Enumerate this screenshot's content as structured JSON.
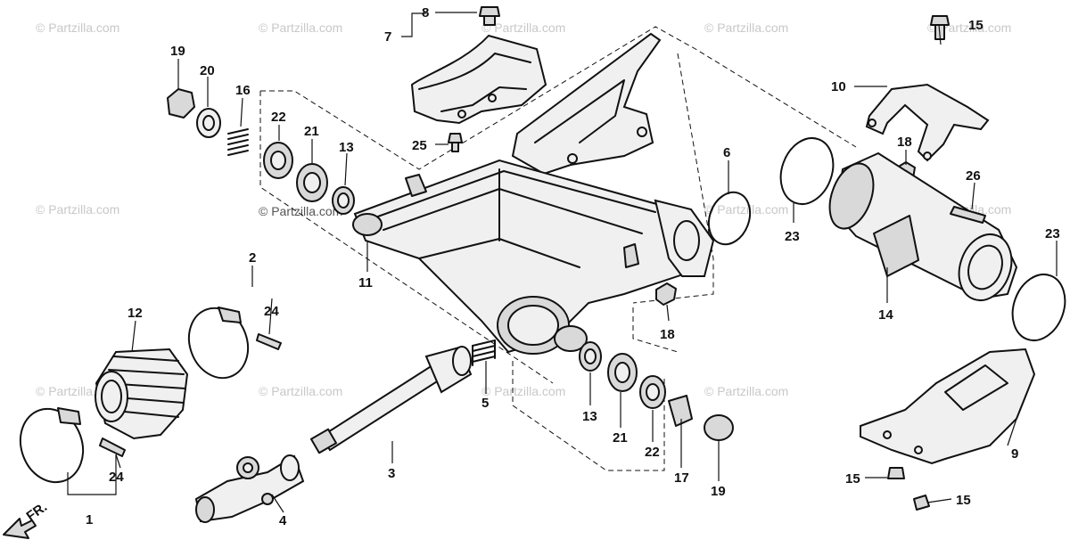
{
  "diagram": {
    "watermark": "© Partzilla.com",
    "front_label": "FR.",
    "callouts": {
      "c1": "1",
      "c2": "2",
      "c3": "3",
      "c4": "4",
      "c5": "5",
      "c6": "6",
      "c7": "7",
      "c8": "8",
      "c9": "9",
      "c10": "10",
      "c11": "11",
      "c12": "12",
      "c13a": "13",
      "c13b": "13",
      "c14": "14",
      "c15a": "15",
      "c15b": "15",
      "c15c": "15",
      "c16": "16",
      "c17": "17",
      "c18a": "18",
      "c18b": "18",
      "c19a": "19",
      "c19b": "19",
      "c20": "20",
      "c21a": "21",
      "c21b": "21",
      "c22a": "22",
      "c22b": "22",
      "c23a": "23",
      "c23b": "23",
      "c24a": "24",
      "c24b": "24",
      "c25": "25",
      "c26": "26"
    }
  }
}
